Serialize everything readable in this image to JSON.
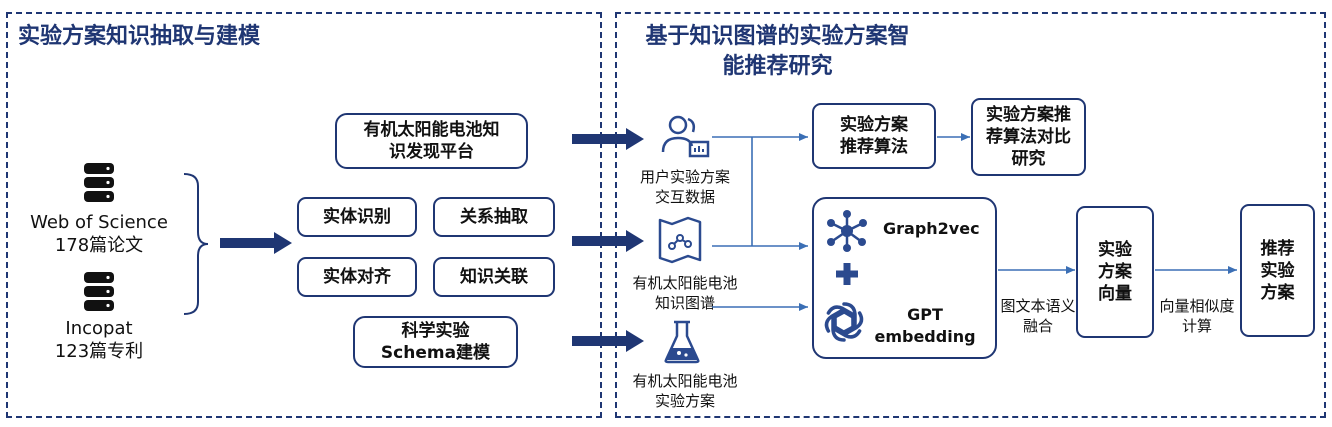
{
  "left_panel": {
    "title": "实验方案知识抽取与建模",
    "sources": [
      {
        "name": "Web of Science",
        "count": "178篇论文",
        "icon": "database-icon"
      },
      {
        "name": "Incopat",
        "count": "123篇专利",
        "icon": "database-icon"
      }
    ],
    "platform_box": "有机太阳能电池知识发现平台",
    "platform_lines": [
      "有机太阳能电池知",
      "识发现平台"
    ],
    "tasks": [
      "实体识别",
      "关系抽取",
      "实体对齐",
      "知识关联"
    ],
    "schema_lines": [
      "科学实验",
      "Schema建模"
    ]
  },
  "right_panel": {
    "title_lines": [
      "基于知识图谱的实验方案智",
      "能推荐研究"
    ],
    "data_items": [
      {
        "lines": [
          "用户实验方案",
          "交互数据"
        ],
        "icon": "users-chart-icon"
      },
      {
        "lines": [
          "有机太阳能电池",
          "知识图谱"
        ],
        "icon": "knowledge-graph-map-icon"
      },
      {
        "lines": [
          "有机太阳能电池",
          "实验方案"
        ],
        "icon": "flask-icon"
      }
    ],
    "rec_algo_lines": [
      "实验方案",
      "推荐算法"
    ],
    "compare_lines": [
      "实验方案推",
      "荐算法对比",
      "研究"
    ],
    "embedding": {
      "graph2vec": "Graph2vec",
      "plus": "+",
      "gpt_lines": [
        "GPT",
        "embedding"
      ],
      "icons": [
        "network-node-icon",
        "plus-icon",
        "openai-logo-icon"
      ]
    },
    "fusion_lines": [
      "图文本语义",
      "融合"
    ],
    "vector_lines": [
      "实验",
      "方案",
      "向量"
    ],
    "similarity_lines": [
      "向量相似度",
      "计算"
    ],
    "result_lines": [
      "推荐",
      "实验",
      "方案"
    ]
  },
  "colors": {
    "accent": "#1f3673",
    "line": "#3b6fb5",
    "icon": "#2b4a8f"
  }
}
